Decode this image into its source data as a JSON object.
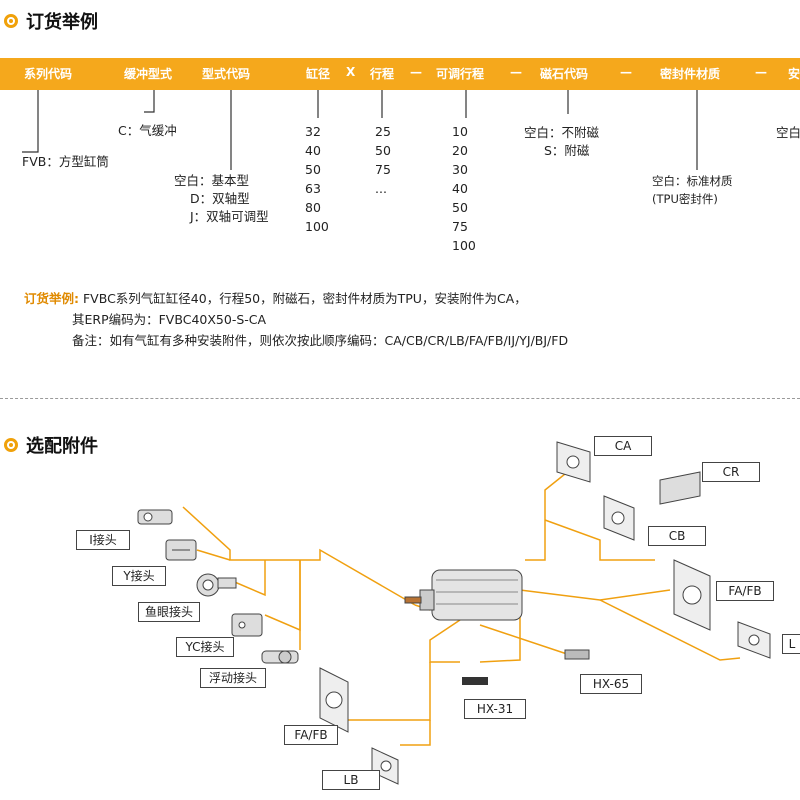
{
  "order": {
    "title": "订货举例",
    "bar_labels": [
      "系列代码",
      "缓冲型式",
      "型式代码",
      "缸径",
      "X",
      "行程",
      "—",
      "可调行程",
      "—",
      "磁石代码",
      "—",
      "密封件材质",
      "—",
      "安"
    ],
    "series": "FVB：方型缸筒",
    "cushion": "C：气缓冲",
    "type_codes": [
      "空白：基本型",
      "D：双轴型",
      "J：双轴可调型"
    ],
    "bore_values": [
      "32",
      "40",
      "50",
      "63",
      "80",
      "100"
    ],
    "stroke_values": [
      "25",
      "50",
      "75",
      "..."
    ],
    "adj_stroke_values": [
      "10",
      "20",
      "30",
      "40",
      "50",
      "75",
      "100"
    ],
    "magnet": [
      "空白：不附磁",
      "S：附磁"
    ],
    "seal": [
      "空白：标准材质",
      "(TPU密封件)"
    ],
    "mount_partial": "空白",
    "example_label": "订货举例:",
    "example_lines": [
      "FVBC系列气缸缸径40，行程50，附磁石，密封件材质为TPU，安装附件为CA，",
      "其ERP编码为：FVBC40X50-S-CA",
      "备注：如有气缸有多种安装附件，则依次按此顺序编码：CA/CB/CR/LB/FA/FB/IJ/YJ/BJ/FD"
    ]
  },
  "accessories": {
    "title": "选配附件",
    "labels": {
      "i_joint": "I接头",
      "y_joint": "Y接头",
      "fisheye": "鱼眼接头",
      "yc": "YC接头",
      "float": "浮动接头",
      "fafb_left": "FA/FB",
      "lb_left": "LB",
      "hx31": "HX-31",
      "hx65": "HX-65",
      "ca": "CA",
      "cr": "CR",
      "cb": "CB",
      "fafb_right": "FA/FB",
      "lb_right": "L"
    }
  },
  "colors": {
    "accent": "#f5a81c",
    "line": "#f0a010",
    "title_orange": "#e08a00"
  }
}
